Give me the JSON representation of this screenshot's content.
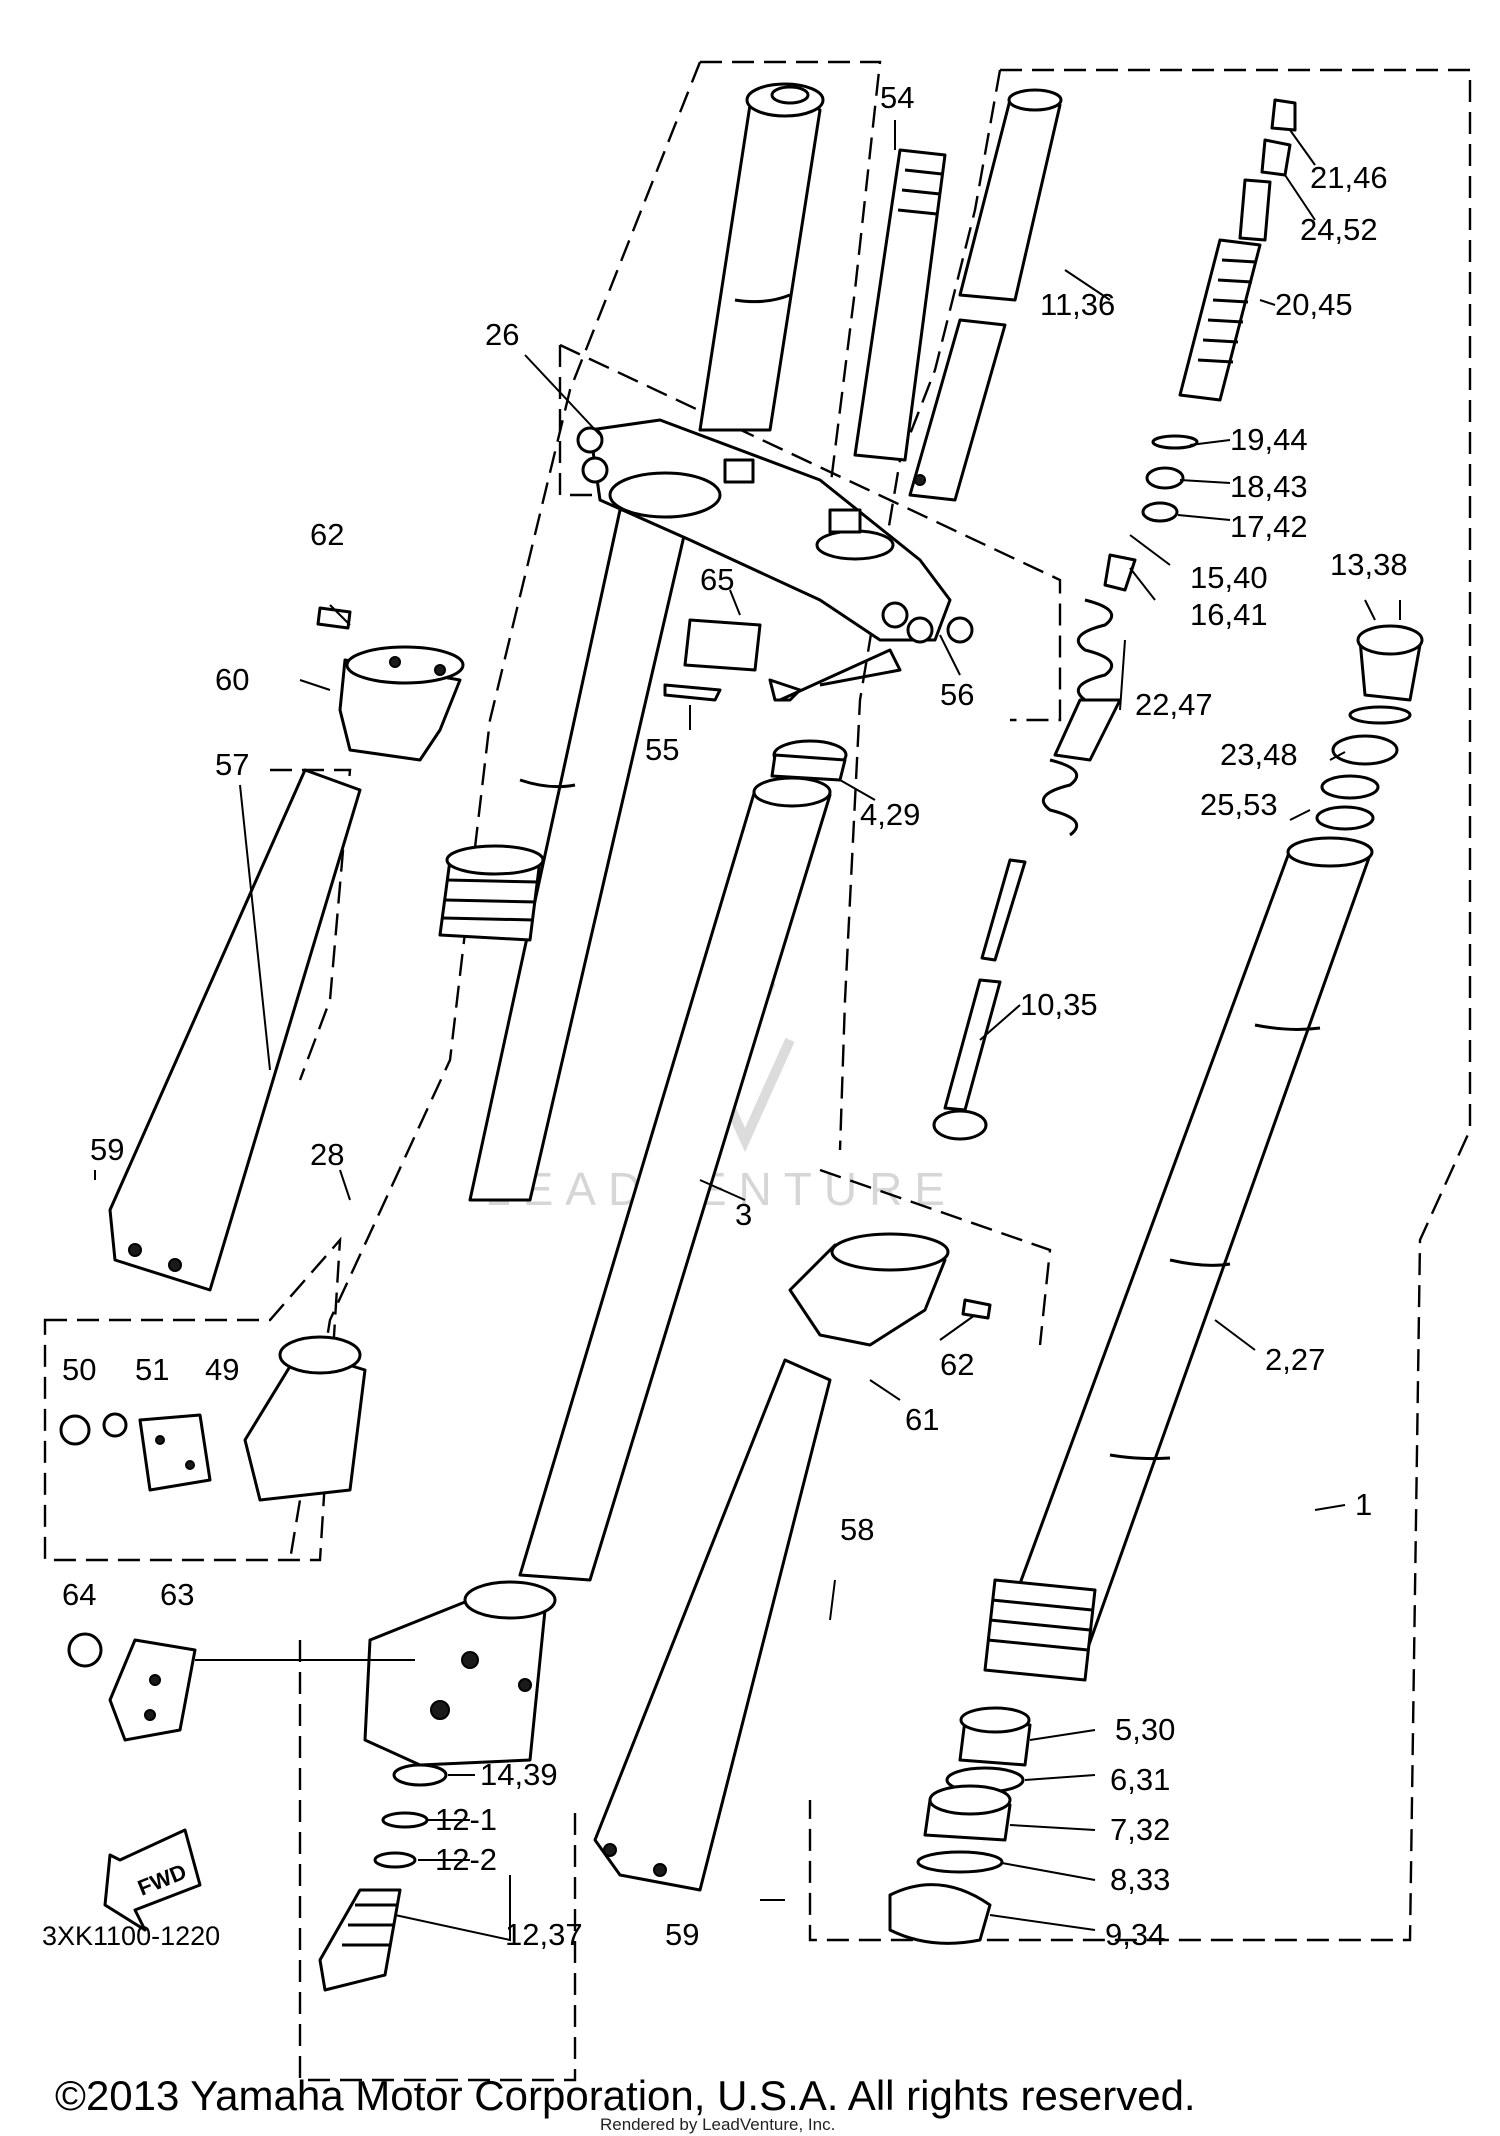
{
  "diagram": {
    "drawing_code": "3XK1100-1220",
    "copyright": "©2013 Yamaha Motor Corporation, U.S.A. All rights reserved.",
    "rendered_by": "Rendered by LeadVenture, Inc.",
    "watermark": "LEADVENTURE",
    "fwd_label": "FWD",
    "callouts": [
      {
        "id": "54",
        "text": "54"
      },
      {
        "id": "21-46",
        "text": "21,46"
      },
      {
        "id": "24-52",
        "text": "24,52"
      },
      {
        "id": "11-36",
        "text": "11,36"
      },
      {
        "id": "20-45",
        "text": "20,45"
      },
      {
        "id": "26",
        "text": "26"
      },
      {
        "id": "19-44",
        "text": "19,44"
      },
      {
        "id": "18-43",
        "text": "18,43"
      },
      {
        "id": "17-42",
        "text": "17,42"
      },
      {
        "id": "15-40",
        "text": "15,40"
      },
      {
        "id": "13-38",
        "text": "13,38"
      },
      {
        "id": "16-41",
        "text": "16,41"
      },
      {
        "id": "62a",
        "text": "62"
      },
      {
        "id": "65",
        "text": "65"
      },
      {
        "id": "60",
        "text": "60"
      },
      {
        "id": "56",
        "text": "56"
      },
      {
        "id": "55",
        "text": "55"
      },
      {
        "id": "22-47",
        "text": "22,47"
      },
      {
        "id": "23-48",
        "text": "23,48"
      },
      {
        "id": "57",
        "text": "57"
      },
      {
        "id": "4-29",
        "text": "4,29"
      },
      {
        "id": "25-53",
        "text": "25,53"
      },
      {
        "id": "10-35",
        "text": "10,35"
      },
      {
        "id": "59a",
        "text": "59"
      },
      {
        "id": "28",
        "text": "28"
      },
      {
        "id": "3",
        "text": "3"
      },
      {
        "id": "2-27",
        "text": "2,27"
      },
      {
        "id": "50",
        "text": "50"
      },
      {
        "id": "51",
        "text": "51"
      },
      {
        "id": "49",
        "text": "49"
      },
      {
        "id": "62b",
        "text": "62"
      },
      {
        "id": "61",
        "text": "61"
      },
      {
        "id": "1",
        "text": "1"
      },
      {
        "id": "58",
        "text": "58"
      },
      {
        "id": "64",
        "text": "64"
      },
      {
        "id": "63",
        "text": "63"
      },
      {
        "id": "5-30",
        "text": "5,30"
      },
      {
        "id": "14-39",
        "text": "14,39"
      },
      {
        "id": "6-31",
        "text": "6,31"
      },
      {
        "id": "12-1",
        "text": "12-1"
      },
      {
        "id": "7-32",
        "text": "7,32"
      },
      {
        "id": "12-2",
        "text": "12-2"
      },
      {
        "id": "8-33",
        "text": "8,33"
      },
      {
        "id": "12-37",
        "text": "12,37"
      },
      {
        "id": "9-34",
        "text": "9,34"
      },
      {
        "id": "59b",
        "text": "59"
      }
    ]
  }
}
